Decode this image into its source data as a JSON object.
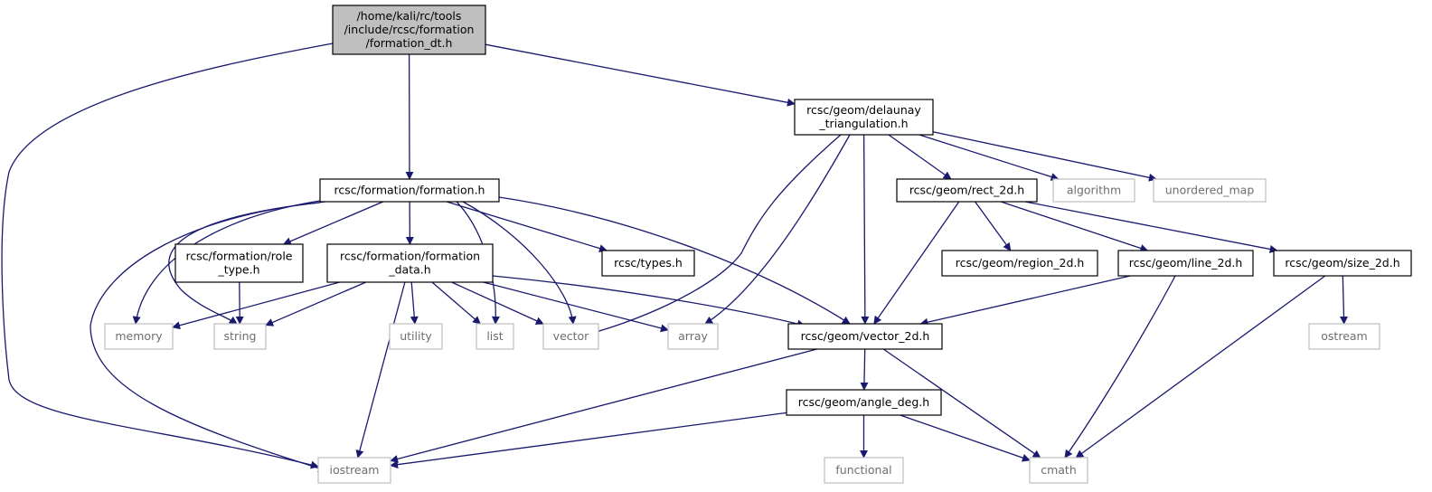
{
  "graph": {
    "root": "formation_dt",
    "colors": {
      "edge": "#191970",
      "root_fill": "#bfbfbf",
      "local_border": "#000000",
      "system_border": "#bfbfbf",
      "system_text": "#6e6e6e"
    },
    "nodes": [
      {
        "id": "formation_dt",
        "lines": [
          "/home/kali/rc/tools",
          "/include/rcsc/formation",
          "/formation_dt.h"
        ],
        "kind": "root"
      },
      {
        "id": "delaunay",
        "lines": [
          "rcsc/geom/delaunay",
          "_triangulation.h"
        ],
        "kind": "local"
      },
      {
        "id": "formation",
        "lines": [
          "rcsc/formation/formation.h"
        ],
        "kind": "local"
      },
      {
        "id": "rect_2d",
        "lines": [
          "rcsc/geom/rect_2d.h"
        ],
        "kind": "local"
      },
      {
        "id": "algorithm",
        "lines": [
          "algorithm"
        ],
        "kind": "system"
      },
      {
        "id": "unordered_map",
        "lines": [
          "unordered_map"
        ],
        "kind": "system"
      },
      {
        "id": "role_type",
        "lines": [
          "rcsc/formation/role",
          "_type.h"
        ],
        "kind": "local"
      },
      {
        "id": "formation_data",
        "lines": [
          "rcsc/formation/formation",
          "_data.h"
        ],
        "kind": "local"
      },
      {
        "id": "types",
        "lines": [
          "rcsc/types.h"
        ],
        "kind": "local"
      },
      {
        "id": "region_2d",
        "lines": [
          "rcsc/geom/region_2d.h"
        ],
        "kind": "local"
      },
      {
        "id": "line_2d",
        "lines": [
          "rcsc/geom/line_2d.h"
        ],
        "kind": "local"
      },
      {
        "id": "size_2d",
        "lines": [
          "rcsc/geom/size_2d.h"
        ],
        "kind": "local"
      },
      {
        "id": "memory",
        "lines": [
          "memory"
        ],
        "kind": "system"
      },
      {
        "id": "string",
        "lines": [
          "string"
        ],
        "kind": "system"
      },
      {
        "id": "utility",
        "lines": [
          "utility"
        ],
        "kind": "system"
      },
      {
        "id": "list",
        "lines": [
          "list"
        ],
        "kind": "system"
      },
      {
        "id": "vector",
        "lines": [
          "vector"
        ],
        "kind": "system"
      },
      {
        "id": "array",
        "lines": [
          "array"
        ],
        "kind": "system"
      },
      {
        "id": "vector_2d",
        "lines": [
          "rcsc/geom/vector_2d.h"
        ],
        "kind": "local"
      },
      {
        "id": "ostream",
        "lines": [
          "ostream"
        ],
        "kind": "system"
      },
      {
        "id": "angle_deg",
        "lines": [
          "rcsc/geom/angle_deg.h"
        ],
        "kind": "local"
      },
      {
        "id": "iostream",
        "lines": [
          "iostream"
        ],
        "kind": "system"
      },
      {
        "id": "functional",
        "lines": [
          "functional"
        ],
        "kind": "system"
      },
      {
        "id": "cmath",
        "lines": [
          "cmath"
        ],
        "kind": "system"
      }
    ],
    "edges": [
      [
        "formation_dt",
        "formation"
      ],
      [
        "formation_dt",
        "delaunay"
      ],
      [
        "formation_dt",
        "iostream"
      ],
      [
        "delaunay",
        "rect_2d"
      ],
      [
        "delaunay",
        "algorithm"
      ],
      [
        "delaunay",
        "unordered_map"
      ],
      [
        "delaunay",
        "vector_2d"
      ],
      [
        "delaunay",
        "vector"
      ],
      [
        "delaunay",
        "array"
      ],
      [
        "formation",
        "role_type"
      ],
      [
        "formation",
        "formation_data"
      ],
      [
        "formation",
        "types"
      ],
      [
        "formation",
        "memory"
      ],
      [
        "formation",
        "string"
      ],
      [
        "formation",
        "list"
      ],
      [
        "formation",
        "vector"
      ],
      [
        "formation",
        "vector_2d"
      ],
      [
        "formation",
        "iostream"
      ],
      [
        "role_type",
        "string"
      ],
      [
        "formation_data",
        "memory"
      ],
      [
        "formation_data",
        "string"
      ],
      [
        "formation_data",
        "utility"
      ],
      [
        "formation_data",
        "list"
      ],
      [
        "formation_data",
        "vector"
      ],
      [
        "formation_data",
        "array"
      ],
      [
        "formation_data",
        "vector_2d"
      ],
      [
        "formation_data",
        "iostream"
      ],
      [
        "rect_2d",
        "region_2d"
      ],
      [
        "rect_2d",
        "line_2d"
      ],
      [
        "rect_2d",
        "size_2d"
      ],
      [
        "rect_2d",
        "vector_2d"
      ],
      [
        "line_2d",
        "vector_2d"
      ],
      [
        "line_2d",
        "cmath"
      ],
      [
        "size_2d",
        "ostream"
      ],
      [
        "size_2d",
        "cmath"
      ],
      [
        "vector_2d",
        "angle_deg"
      ],
      [
        "vector_2d",
        "iostream"
      ],
      [
        "vector_2d",
        "cmath"
      ],
      [
        "angle_deg",
        "iostream"
      ],
      [
        "angle_deg",
        "functional"
      ],
      [
        "angle_deg",
        "cmath"
      ]
    ]
  }
}
